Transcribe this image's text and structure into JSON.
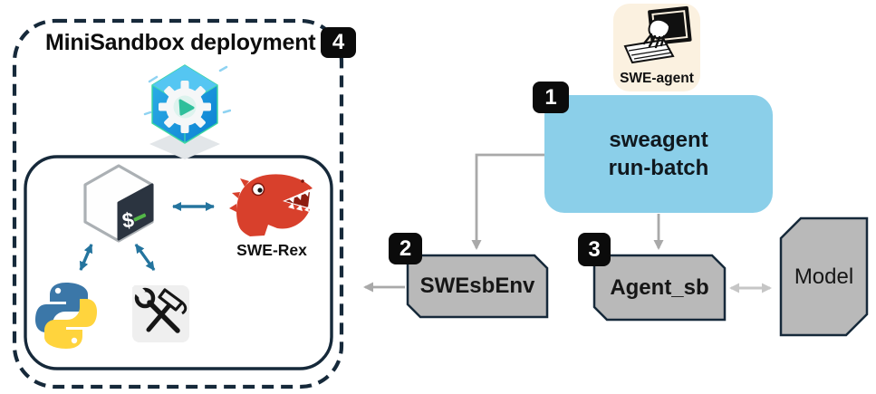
{
  "minisandbox": {
    "title": "MiniSandbox deployment",
    "badge": "4",
    "swe_rex_label": "SWE-Rex",
    "icons": {
      "cube_gear": "deployment-cube-gear-icon",
      "bash": "bash-terminal-icon",
      "bash_glyph": "$",
      "swe_rex": "swe-rex-dinosaur-icon",
      "python": "python-logo-icon",
      "tools": "crossed-tools-icon"
    }
  },
  "swe_agent": {
    "label": "SWE-agent",
    "icon": "hand-typing-monitor-icon"
  },
  "nodes": {
    "run_batch": {
      "badge": "1",
      "line1": "sweagent",
      "line2": "run-batch"
    },
    "swesbenv": {
      "badge": "2",
      "label": "SWEsbEnv"
    },
    "agent_sb": {
      "badge": "3",
      "label": "Agent_sb"
    },
    "model": {
      "label": "Model"
    }
  },
  "colors": {
    "outline_navy": "#16293A",
    "node_gray": "#B9B9B9",
    "run_batch_blue": "#8BCFE9",
    "badge_black": "#0B0B0B",
    "teal_arrow": "#24749E",
    "gray_arrow": "#A9A9A9",
    "light_gray_arrow": "#C6C6C6",
    "swe_agent_bg": "#FBF1E0",
    "python_blue": "#3B77A8",
    "python_yellow": "#FFD43D",
    "dino_red": "#D8402C",
    "cube_blue": "#1E9BE0",
    "cube_edge_green": "#38D6A0"
  }
}
